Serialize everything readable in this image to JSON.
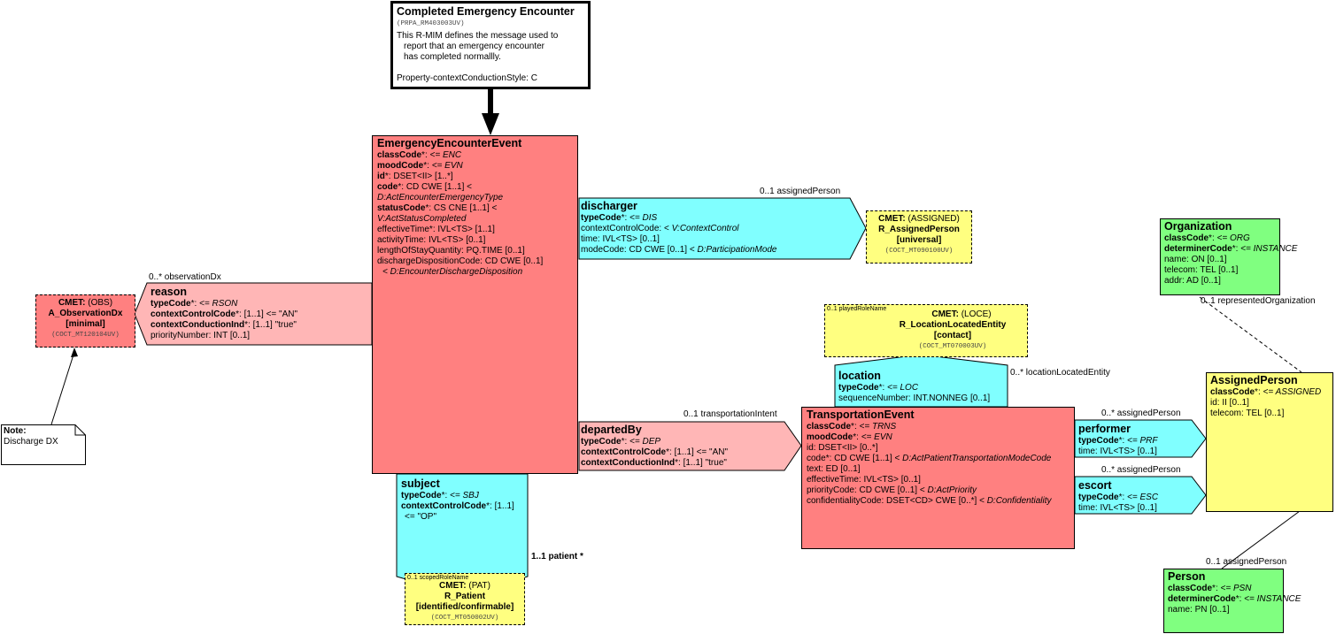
{
  "entry": {
    "title": "Completed Emergency Encounter",
    "id": "(PRPA_RM403003UV)",
    "desc1": "This R-MIM defines the message used to",
    "desc2": "report that an emergency encounter",
    "desc3": "has completed normallly.",
    "prop": "Property-contextConductionStyle: C"
  },
  "eee": {
    "title": "EmergencyEncounterEvent",
    "classCode": "classCode",
    "classCodeStar": "*",
    "classCodeVal": "<= ENC",
    "moodCode": "moodCode",
    "moodCodeStar": "*",
    "moodCodeVal": "<= EVN",
    "id": "id",
    "idStar": "*",
    "idVal": "DSET<II> [1..*]",
    "code": "code",
    "codeStar": "*",
    "codeVal": "CD CWE [1..1] <",
    "codeVoc": "D:ActEncounterEmergencyType",
    "statusCode": "statusCode",
    "statusCodeStar": "*",
    "statusCodeVal": "CS CNE [1..1] <",
    "statusVoc": "V:ActStatusCompleted",
    "effectiveTime": "effectiveTime",
    "effectiveTimeStar": "*",
    "effectiveTimeVal": "IVL<TS> [1..1]",
    "activityTime": "activityTime: IVL<TS> [0..1]",
    "lengthOfStay": "lengthOfStayQuantity: PQ.TIME [0..1]",
    "discharge": "dischargeDispositionCode: CD CWE [0..1]",
    "dischargeVoc": "< D:EncounterDischargeDisposition"
  },
  "discharger": {
    "title": "discharger",
    "typeCode": "typeCode",
    "typeCodeStar": "*",
    "typeCodeVal": "<= DIS",
    "ctx": "contextControlCode: < ",
    "ctxVoc": "V:ContextControl",
    "time": "time: IVL<TS> [0..1]",
    "mode": "modeCode: CD CWE [0..1] < ",
    "modeVoc": "D:ParticipationMode",
    "assoc": "0..1 assignedPerson"
  },
  "cmetAssigned": {
    "cmet": "CMET:",
    "cls": "(ASSIGNED)",
    "name": "R_AssignedPerson",
    "flavor": "[universal]",
    "id": "(COCT_MT090100UV)"
  },
  "reason": {
    "title": "reason",
    "typeCode": "typeCode",
    "typeCodeStar": "*",
    "typeCodeVal": "<= RSON",
    "ccc": "contextControlCode",
    "cccStar": "*",
    "cccVal": "[1..1] <= \"AN\"",
    "cci": "contextConductionInd",
    "cciStar": "*",
    "cciVal": "[1..1] \"true\"",
    "priority": "priorityNumber: INT [0..1]",
    "assoc": "0..* observationDx"
  },
  "cmetObs": {
    "cmet": "CMET:",
    "cls": "(OBS)",
    "name": "A_ObservationDx",
    "flavor": "[minimal]",
    "id": "(COCT_MT120104UV)"
  },
  "note": {
    "title": "Note:",
    "text": "Discharge DX"
  },
  "subject": {
    "title": "subject",
    "typeCode": "typeCode",
    "typeCodeStar": "*",
    "typeCodeVal": "<= SBJ",
    "ccc": "contextControlCode",
    "cccStar": "*",
    "cccVal": "[1..1]",
    "cccVal2": "<= \"OP\"",
    "assoc": "1..1 patient  *"
  },
  "cmetPat": {
    "role": "0..1 scopedRoleName",
    "cmet": "CMET:",
    "cls": "(PAT)",
    "name": "R_Patient",
    "flavor": "[identified/confirmable]",
    "id": "(COCT_MT050002UV)"
  },
  "departedBy": {
    "title": "departedBy",
    "typeCode": "typeCode",
    "typeCodeStar": "*",
    "typeCodeVal": "<= DEP",
    "ccc": "contextControlCode",
    "cccStar": "*",
    "cccVal": "[1..1] <= \"AN\"",
    "cci": "contextConductionInd",
    "cciStar": "*",
    "cciVal": "[1..1] \"true\"",
    "assoc": "0..1 transportationIntent"
  },
  "te": {
    "title": "TransportationEvent",
    "classCode": "classCode",
    "classCodeStar": "*",
    "classCodeVal": "<= TRNS",
    "moodCode": "moodCode",
    "moodCodeStar": "*",
    "moodCodeVal": "<= EVN",
    "id": "id: DSET<II> [0..*]",
    "code": "code",
    "codeStar": "*",
    "codeVal": "CD CWE [1..1] < ",
    "codeVoc": "D:ActPatientTransportationModeCode",
    "text": "text: ED [0..1]",
    "effectiveTime": "effectiveTime: IVL<TS> [0..1]",
    "priority": "priorityCode: CD CWE [0..1] < ",
    "priorityVoc": "D:ActPriority",
    "conf": "confidentialityCode: DSET<CD> CWE [0..*] < ",
    "confVoc": "D:Confidentiality"
  },
  "location": {
    "title": "location",
    "typeCode": "typeCode",
    "typeCodeStar": "*",
    "typeCodeVal": "<= LOC",
    "seq": "sequenceNumber: INT.NONNEG [0..1]",
    "assoc": "0..* locationLocatedEntity"
  },
  "cmetLoc": {
    "role": "0..1 playedRoleName",
    "cmet": "CMET:",
    "cls": "(LOCE)",
    "name": "R_LocationLocatedEntity",
    "flavor": "[contact]",
    "id": "(COCT_MT070003UV)"
  },
  "performer": {
    "title": "performer",
    "typeCode": "typeCode",
    "typeCodeStar": "*",
    "typeCodeVal": "<= PRF",
    "time": "time: IVL<TS> [0..1]",
    "assoc": "0..* assignedPerson"
  },
  "escort": {
    "title": "escort",
    "typeCode": "typeCode",
    "typeCodeStar": "*",
    "typeCodeVal": "<= ESC",
    "time": "time: IVL<TS> [0..1]",
    "assoc": "0..* assignedPerson"
  },
  "assignedPerson": {
    "title": "AssignedPerson",
    "classCode": "classCode",
    "classCodeStar": "*",
    "classCodeVal": "<= ASSIGNED",
    "id": "id: II [0..1]",
    "telecom": "telecom: TEL [0..1]"
  },
  "organization": {
    "title": "Organization",
    "classCode": "classCode",
    "classCodeStar": "*",
    "classCodeVal": "<= ORG",
    "det": "determinerCode",
    "detStar": "*",
    "detVal": "<= INSTANCE",
    "name": "name: ON [0..1]",
    "telecom": "telecom: TEL [0..1]",
    "addr": "addr: AD [0..1]",
    "assoc": "0..1 representedOrganization"
  },
  "person": {
    "title": "Person",
    "classCode": "classCode",
    "classCodeStar": "*",
    "classCodeVal": "<= PSN",
    "det": "determinerCode",
    "detStar": "*",
    "detVal": "<= INSTANCE",
    "name": "name: PN [0..1]",
    "assoc": "0..1 assignedPerson"
  },
  "colors": {
    "act": "#ff8080",
    "actRelationship": "#ffb6b6",
    "participation": "#80ffff",
    "entity": "#80ff80",
    "role": "#ffff80"
  }
}
